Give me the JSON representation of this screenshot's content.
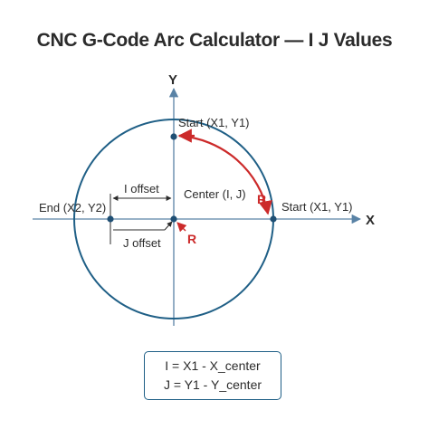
{
  "title": "CNC G-Code Arc Calculator — I J Values",
  "colors": {
    "circle": "#1f5f86",
    "axis": "#5a83a6",
    "arc": "#cc2a2a",
    "dot": "#1f4f74",
    "text": "#2b2b2b"
  },
  "axes": {
    "x_label": "X",
    "y_label": "Y"
  },
  "points": {
    "start_top": "Start (X1, Y1)",
    "start_right": "Start (X1, Y1)",
    "end_left": "End (X2, Y2)",
    "center": "Center (I, J)"
  },
  "offsets": {
    "i_label": "I offset",
    "j_label": "J offset"
  },
  "radius": {
    "arc_label": "R",
    "center_label": "R"
  },
  "formulas": {
    "i": "I = X1 - X_center",
    "j": "J = Y1 - Y_center"
  }
}
